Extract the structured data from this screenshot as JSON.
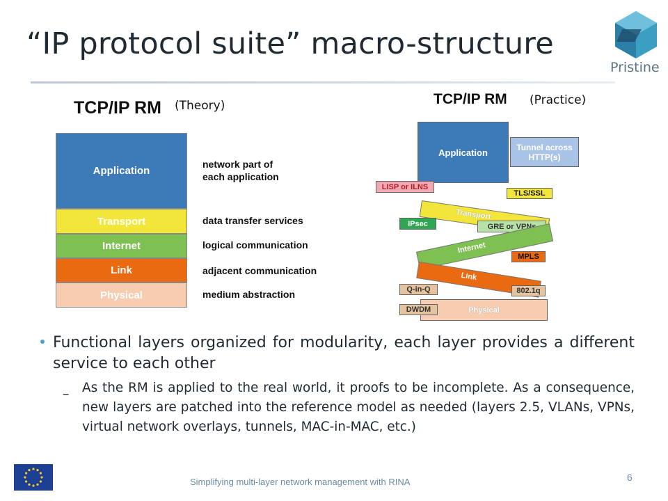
{
  "slide": {
    "title": "“IP protocol suite” macro-structure",
    "logo_text": "Pristine",
    "footer": "Simplifying multi-layer network management with RINA",
    "page_number": "6"
  },
  "theory": {
    "heading": "TCP/IP RM",
    "caption": "(Theory)",
    "layers": [
      {
        "label": "Application",
        "color": "#3d7ab8"
      },
      {
        "label": "Transport",
        "color": "#f2e63a"
      },
      {
        "label": "Internet",
        "color": "#7ec152"
      },
      {
        "label": "Link",
        "color": "#ea6a12"
      },
      {
        "label": "Physical",
        "color": "#f8ccb0"
      }
    ],
    "descriptions": [
      "network part of each application",
      "data transfer services",
      "logical communication",
      "adjacent communication",
      "medium abstraction"
    ]
  },
  "practice": {
    "heading": "TCP/IP RM",
    "caption": "(Practice)",
    "application": "Application",
    "tunnel": "Tunnel across HTTP(s)",
    "lisp": "LISP or ILNS",
    "tls": "TLS/SSL",
    "transport": "Transport",
    "ipsec": "IPsec",
    "gre": "GRE or VPNs",
    "internet": "Internet",
    "mpls": "MPLS",
    "link": "Link",
    "qinq": "Q-in-Q",
    "dot1q": "802.1q",
    "dwdm": "DWDM",
    "physical": "Physical"
  },
  "bullets": {
    "main": "Functional layers organized for modularity, each layer provides a different service to each other",
    "sub_dash": "–",
    "sub": "As the RM is applied to the real world, it proofs to be incomplete. As a consequence, new layers are patched into the reference model as needed (layers 2.5, VLANs, VPNs, virtual network overlays, tunnels, MAC-in-MAC, etc.)"
  },
  "colors": {
    "application": "#3d7ab8",
    "transport": "#f2e63a",
    "internet": "#7ec152",
    "link": "#ea6a12",
    "physical": "#f8ccb0",
    "accent": "#4aa3c9"
  }
}
